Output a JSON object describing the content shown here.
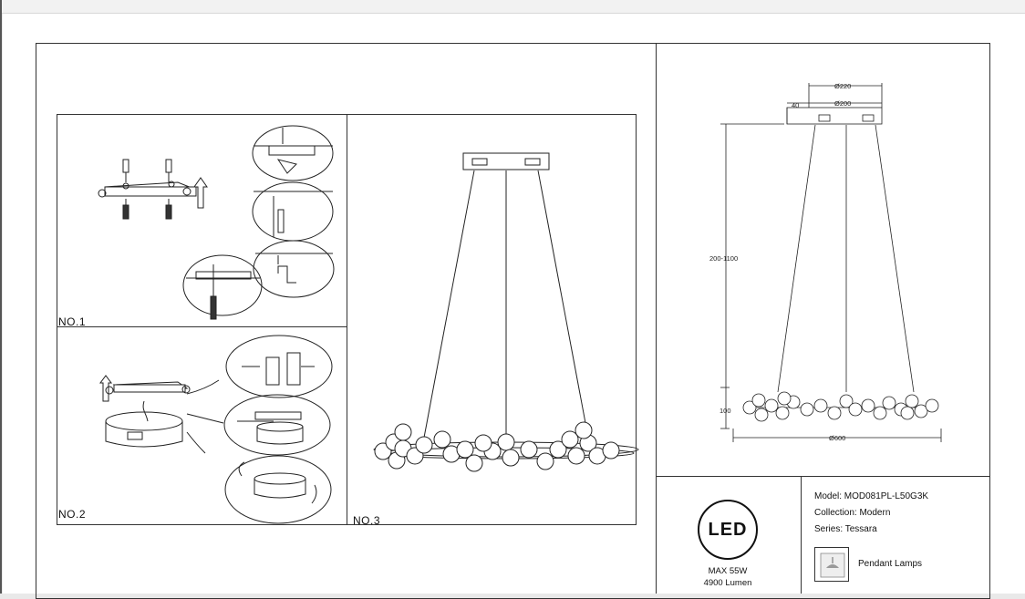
{
  "panels": {
    "step1_label": "NO.1",
    "step2_label": "NO.2",
    "step3_label": "NO.3"
  },
  "dimensions": {
    "canopy_outer": "Ø220",
    "canopy_inner": "Ø200",
    "canopy_height": "40",
    "suspension_length": "200-1100",
    "ring_height": "100",
    "ring_diameter": "Ø600"
  },
  "badge": {
    "text": "LED",
    "power": "MAX 55W",
    "lumen": "4900 Lumen"
  },
  "product": {
    "model": "Model: MOD081PL-L50G3K",
    "collection": "Collection: Modern",
    "series": "Series: Tessara",
    "type": "Pendant Lamps",
    "type_icon": "pendant-lamp-icon"
  }
}
